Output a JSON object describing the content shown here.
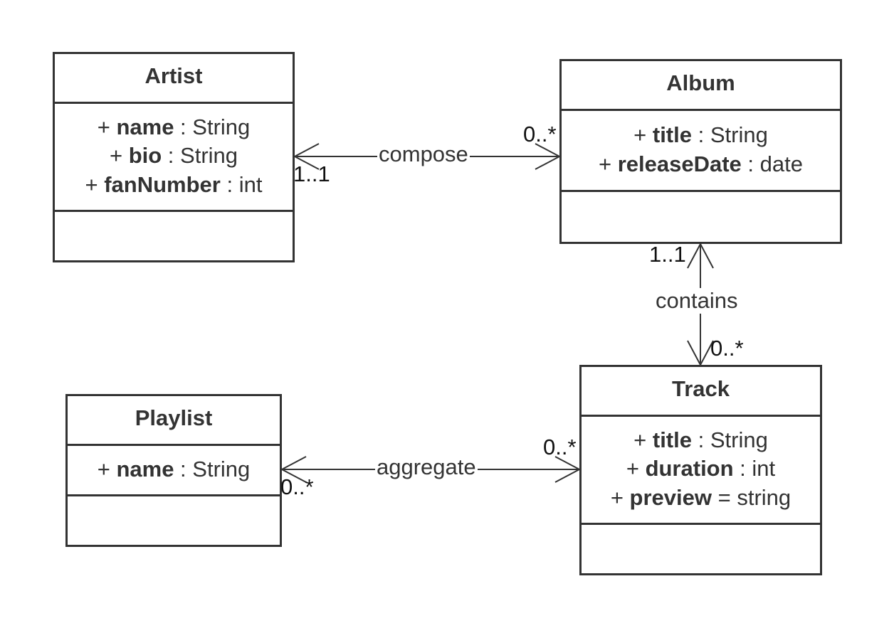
{
  "classes": {
    "artist": {
      "name": "Artist",
      "attributes": [
        {
          "prefix": "+ ",
          "name": "name",
          "sep": " : ",
          "type": "String"
        },
        {
          "prefix": "+ ",
          "name": "bio",
          "sep": " : ",
          "type": "String"
        },
        {
          "prefix": "+ ",
          "name": "fanNumber",
          "sep": " : ",
          "type": "int"
        }
      ]
    },
    "album": {
      "name": "Album",
      "attributes": [
        {
          "prefix": "+ ",
          "name": "title",
          "sep": " : ",
          "type": "String"
        },
        {
          "prefix": "+ ",
          "name": "releaseDate",
          "sep": " : ",
          "type": "date"
        }
      ]
    },
    "track": {
      "name": "Track",
      "attributes": [
        {
          "prefix": "+ ",
          "name": "title",
          "sep": " : ",
          "type": "String"
        },
        {
          "prefix": "+ ",
          "name": "duration",
          "sep": " : ",
          "type": "int"
        },
        {
          "prefix": "+ ",
          "name": "preview",
          "sep": " = ",
          "type": "string"
        }
      ]
    },
    "playlist": {
      "name": "Playlist",
      "attributes": [
        {
          "prefix": "+ ",
          "name": "name",
          "sep": " : ",
          "type": "String"
        }
      ]
    }
  },
  "associations": {
    "compose": {
      "label": "compose",
      "source_mult": "1..1",
      "target_mult": "0..*"
    },
    "contains": {
      "label": "contains",
      "source_mult": "1..1",
      "target_mult": "0..*"
    },
    "aggregate": {
      "label": "aggregate",
      "source_mult": "0..*",
      "target_mult": "0..*"
    }
  },
  "colors": {
    "stroke": "#333333",
    "text": "#333333",
    "background": "#ffffff"
  }
}
